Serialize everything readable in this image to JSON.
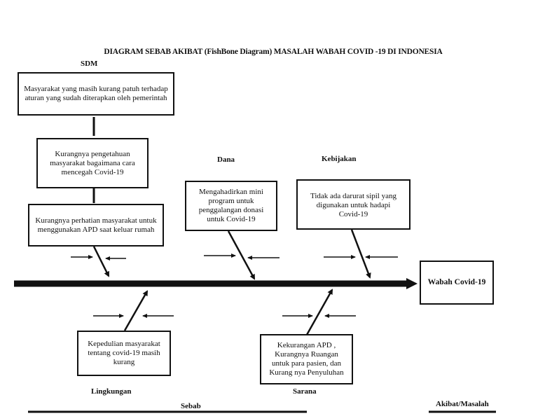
{
  "title": "DIAGRAM SEBAB AKIBAT (FishBone Diagram) MASALAH  WABAH COVID -19 DI INDONESIA",
  "categories": {
    "sdm": "SDM",
    "dana": "Dana",
    "kebijakan": "Kebijakan",
    "lingkungan": "Lingkungan",
    "sarana": "Sarana"
  },
  "causes": {
    "sdm_1": "Masyarakat yang masih kurang patuh terhadap aturan yang sudah diterapkan oleh pemerintah",
    "sdm_2": "Kurangnya pengetahuan masyarakat bagaimana cara mencegah Covid-19",
    "sdm_3": "Kurangnya perhatian masyarakat untuk menggunakan APD saat keluar rumah",
    "dana_1": "Mengahadirkan mini program untuk penggalangan donasi untuk Covid-19",
    "kebijakan_1": "Tidak ada darurat sipil yang digunakan untuk hadapi Covid-19",
    "lingkungan_1": "Kepedulian masyarakat tentang covid-19 masih kurang",
    "sarana_1": "Kekurangan APD , Kurangnya Ruangan untuk para pasien, dan Kurang nya Penyuluhan"
  },
  "effect": "Wabah Covid-19",
  "footer": {
    "cause_label": "Sebab",
    "effect_label": "Akibat/Masalah"
  },
  "colors": {
    "line": "#111111",
    "background": "#ffffff"
  }
}
